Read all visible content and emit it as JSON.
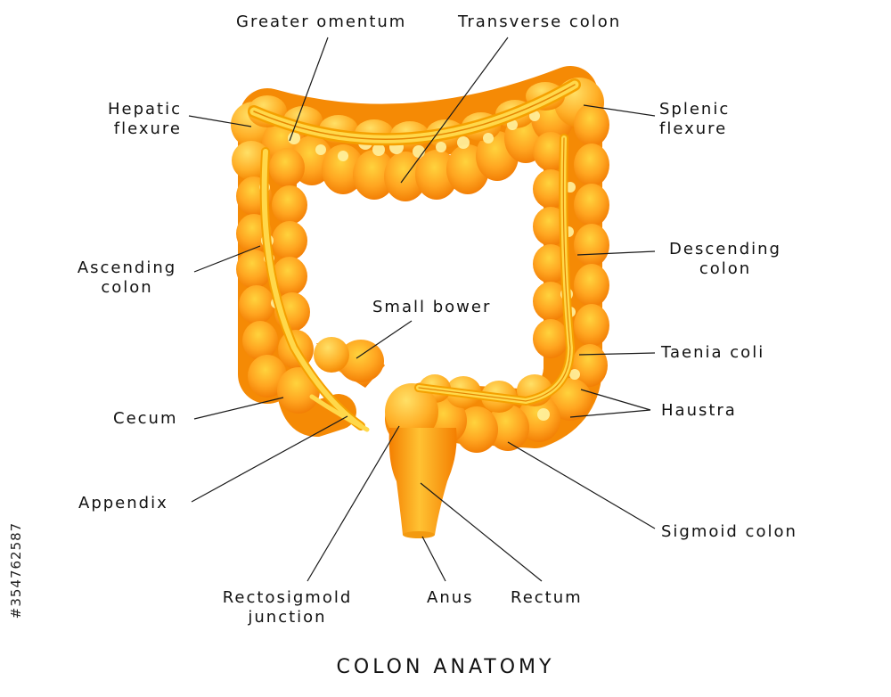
{
  "labels": {
    "greater_omentum": "Greater omentum",
    "transverse_colon": "Transverse colon",
    "hepatic_flexure": [
      "Hepatic",
      "flexure"
    ],
    "splenic_flexure": [
      "Splenic",
      "flexure"
    ],
    "ascending_colon": [
      "Ascending",
      "colon"
    ],
    "descending_colon": [
      "Descending",
      "colon"
    ],
    "small_bower": "Small bower",
    "taenia_coli": "Taenia coli",
    "haustra": "Haustra",
    "cecum": "Cecum",
    "appendix": "Appendix",
    "sigmoid_colon": "Sigmoid colon",
    "rectosigmoid_junction": [
      "Rectosigmold",
      "junction"
    ],
    "anus": "Anus",
    "rectum": "Rectum"
  },
  "title": "COLON ANATOMY",
  "side_id": "#354762587",
  "colors": {
    "colon_light": "#ffcc33",
    "colon_mid": "#ffa51f",
    "colon_dark": "#f07a00",
    "taenia": "#ffd84a",
    "fat": "#fff3a8",
    "leader": "#1a1a1a"
  }
}
